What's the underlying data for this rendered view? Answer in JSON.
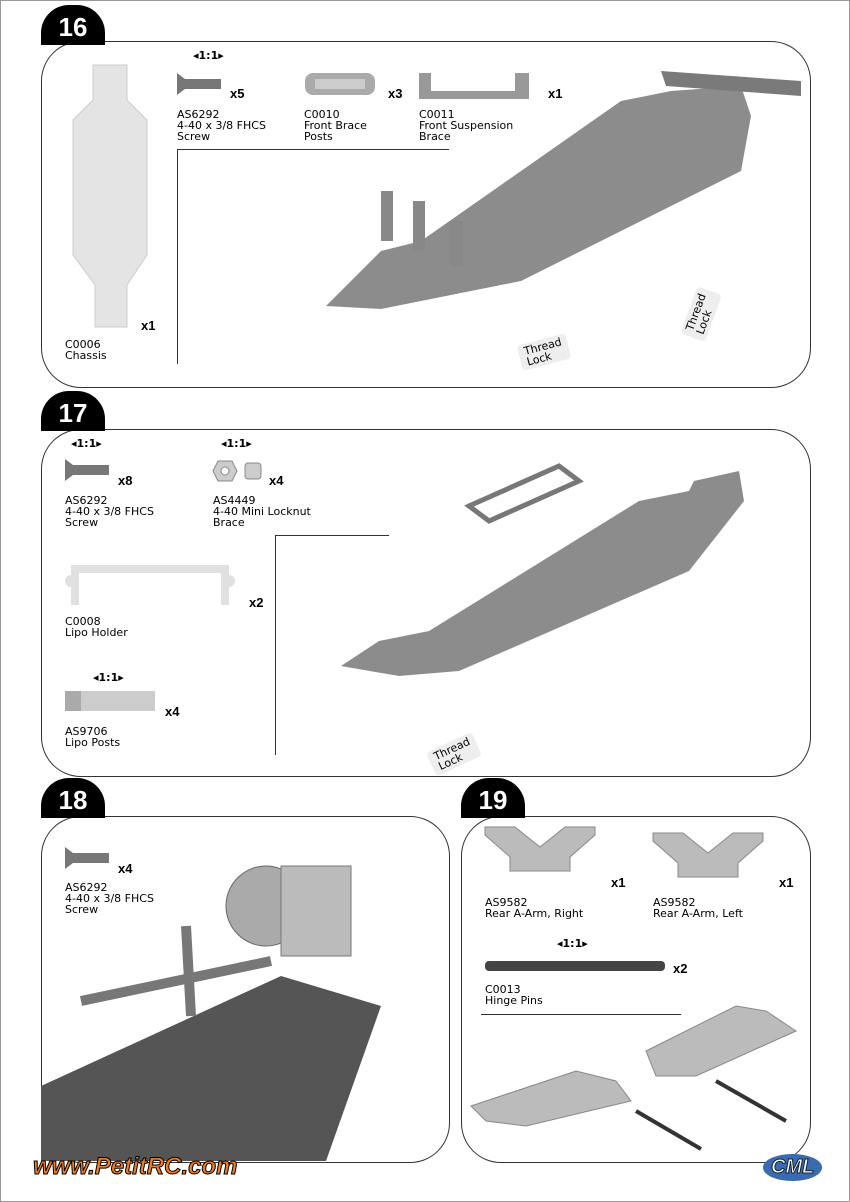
{
  "steps": [
    {
      "number": "16",
      "scale": "◂1:1▸",
      "parts": [
        {
          "code": "AS6292",
          "name": "4-40 x 3/8 FHCS\nScrew",
          "qty": "x5"
        },
        {
          "code": "C0010",
          "name": "Front Brace\nPosts",
          "qty": "x3"
        },
        {
          "code": "C0011",
          "name": "Front Suspension\nBrace",
          "qty": "x1"
        },
        {
          "code": "C0006",
          "name": "Chassis",
          "qty": "x1"
        }
      ],
      "thread_lock": "Thread\nLock"
    },
    {
      "number": "17",
      "scale": "◂1:1▸",
      "parts": [
        {
          "code": "AS6292",
          "name": "4-40 x 3/8 FHCS\nScrew",
          "qty": "x8"
        },
        {
          "code": "AS4449",
          "name": "4-40 Mini Locknut\nBrace",
          "qty": "x4"
        },
        {
          "code": "C0008",
          "name": "Lipo Holder",
          "qty": "x2"
        },
        {
          "code": "AS9706",
          "name": "Lipo Posts",
          "qty": "x4"
        }
      ],
      "thread_lock": "Thread\nLock"
    },
    {
      "number": "18",
      "parts": [
        {
          "code": "AS6292",
          "name": "4-40 x 3/8 FHCS\nScrew",
          "qty": "x4"
        }
      ]
    },
    {
      "number": "19",
      "scale": "◂1:1▸",
      "parts": [
        {
          "code": "AS9582",
          "name": "Rear A-Arm, Right",
          "qty": "x1"
        },
        {
          "code": "AS9582",
          "name": "Rear A-Arm, Left",
          "qty": "x1"
        },
        {
          "code": "C0013",
          "name": "Hinge Pins",
          "qty": "x2"
        }
      ]
    }
  ],
  "footer": {
    "website": "www.PetitRC.com",
    "brand": "CML"
  },
  "colors": {
    "part_gray": "#9a9a9a",
    "chassis_light": "#e4e4e4",
    "website_orange": "#f07c1e"
  }
}
